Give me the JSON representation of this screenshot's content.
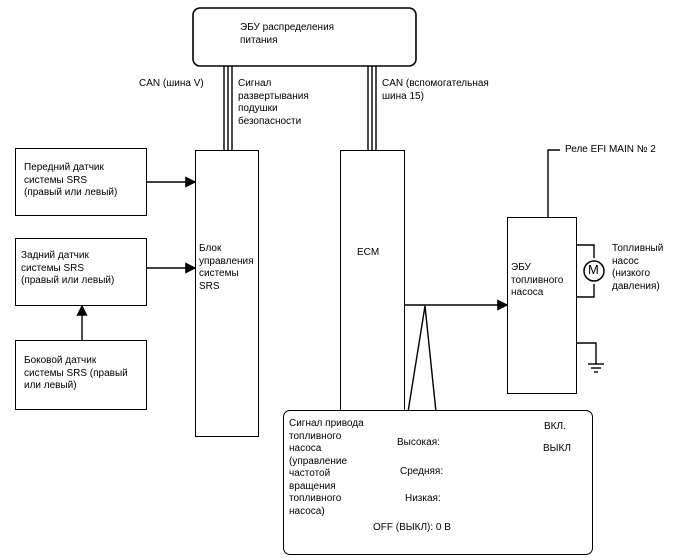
{
  "nodes": {
    "power_ecu": "ЭБУ распределения\nпитания",
    "front_sensor": "Передний датчик\nсистемы SRS\n(правый или левый)",
    "rear_sensor": "Задний датчик\nсистемы SRS\n(правый или левый)",
    "side_sensor": "Боковой датчик\nсистемы SRS (правый\nили левый)",
    "srs_unit": "Блок\nуправления\nсистемы\nSRS",
    "ecm": "ECM",
    "fuel_pump_ecu": "ЭБУ\nтопливного\nнасоса"
  },
  "labels": {
    "can_v": "CAN (шина V)",
    "airbag_signal": "Сигнал\nразвертывания\nподушки\nбезопасности",
    "can_aux": "CAN (вспомогательная\nшина 15)",
    "efi_relay": "Реле EFI MAIN № 2",
    "fuel_pump": "Топливный\nнасос\n(низкого\nдавления)",
    "motor_symbol": "M"
  },
  "callout": {
    "title": "Сигнал привода\nтопливного\nнасоса\n(управление\nчастотой\nвращения\nтопливного\nнасоса)",
    "high": "Высокая:",
    "medium": "Средняя:",
    "low": "Низкая:",
    "off": "OFF (ВЫКЛ): 0 В",
    "on_state": "ВКЛ.",
    "off_state": "ВЫКЛ"
  }
}
